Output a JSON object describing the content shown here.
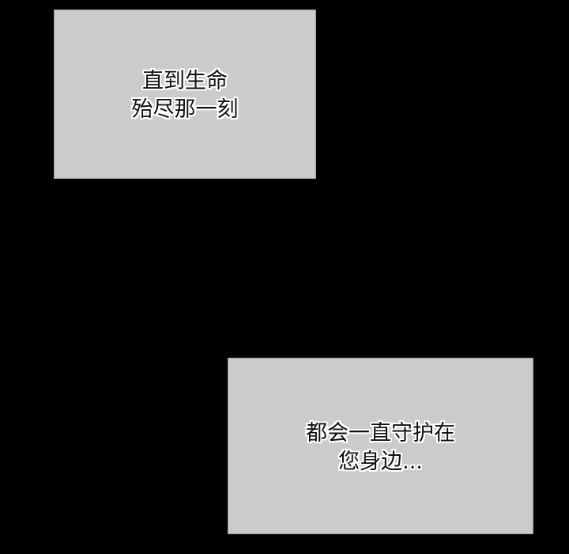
{
  "panel": {
    "background_color": "#000000",
    "caption_box_color": "#cbcbcb",
    "text_color": "#111111",
    "text_outline_color": "#ffffff"
  },
  "captions": [
    {
      "lines": [
        "直到生命",
        "殆尽那一刻"
      ]
    },
    {
      "lines": [
        "都会一直守护在",
        "您身边..."
      ]
    }
  ]
}
